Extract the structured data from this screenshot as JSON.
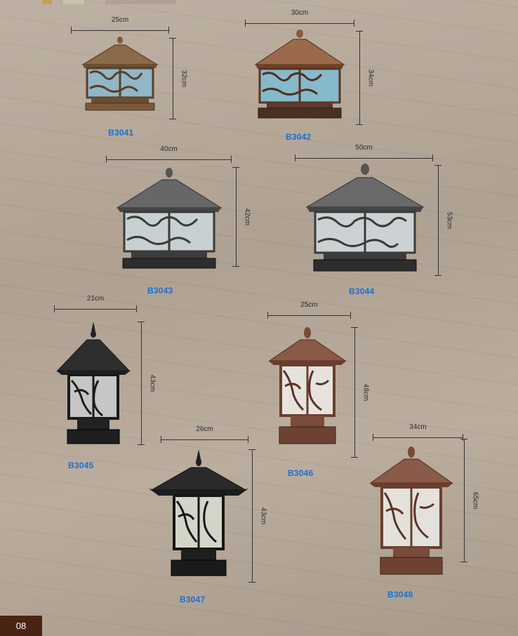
{
  "page": {
    "number": "08"
  },
  "colors": {
    "code_text": "#1b6fd0",
    "page_tab": "#4a2412"
  },
  "products": [
    {
      "code": "B3041",
      "width": "25cm",
      "height": "32cm",
      "style": "square-roof",
      "finish": "bronze",
      "panel": "blue"
    },
    {
      "code": "B3042",
      "width": "30cm",
      "height": "34cm",
      "style": "square-roof",
      "finish": "copper",
      "panel": "blue"
    },
    {
      "code": "B3043",
      "width": "40cm",
      "height": "42cm",
      "style": "square-roof",
      "finish": "grey",
      "panel": "white"
    },
    {
      "code": "B3044",
      "width": "50cm",
      "height": "53cm",
      "style": "square-roof",
      "finish": "grey",
      "panel": "white"
    },
    {
      "code": "B3045",
      "width": "21cm",
      "height": "43cm",
      "style": "pagoda",
      "finish": "black",
      "panel": "white"
    },
    {
      "code": "B3046",
      "width": "25cm",
      "height": "48cm",
      "style": "pagoda",
      "finish": "copper",
      "panel": "white"
    },
    {
      "code": "B3047",
      "width": "26cm",
      "height": "43cm",
      "style": "pagoda",
      "finish": "black",
      "panel": "white"
    },
    {
      "code": "B3048",
      "width": "34cm",
      "height": "65cm",
      "style": "pagoda",
      "finish": "copper",
      "panel": "white"
    }
  ]
}
